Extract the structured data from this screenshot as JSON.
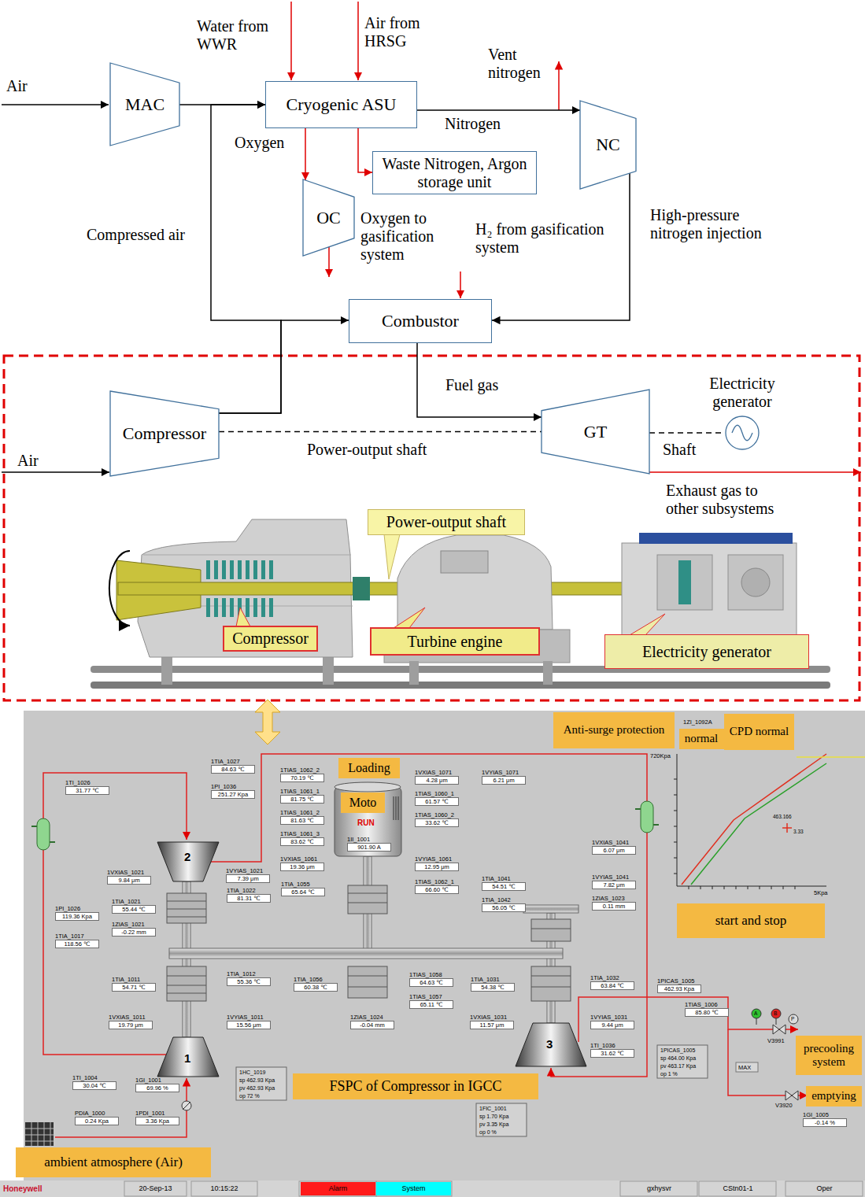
{
  "diagram": {
    "nodes": [
      {
        "text": [
          "MAC"
        ]
      },
      {
        "text": [
          "Cryogenic ASU"
        ]
      },
      {
        "text": [
          "NC"
        ]
      },
      {
        "text": [
          "Waste Nitrogen, Argon storage unit"
        ]
      },
      {
        "text": [
          "OC"
        ]
      },
      {
        "text": [
          "Combustor"
        ]
      },
      {
        "text": [
          "Compressor"
        ]
      },
      {
        "text": [
          "GT"
        ]
      },
      {
        "text": [
          "Electricity generator"
        ]
      },
      {
        "text": [
          "Power-output shaft"
        ]
      },
      {
        "text": [
          "Compressor"
        ]
      },
      {
        "text": [
          "Turbine engine"
        ]
      },
      {
        "text": [
          "Electricity generator"
        ]
      },
      {
        "text": [
          "Anti-surge protection"
        ]
      },
      {
        "text": [
          "normal"
        ]
      },
      {
        "text": [
          "CPD normal"
        ]
      },
      {
        "text": [
          "Loading"
        ]
      },
      {
        "text": [
          "Moto"
        ]
      },
      {
        "text": [
          "start and stop"
        ]
      },
      {
        "text": [
          "FSPC of Compressor in IGCC"
        ]
      },
      {
        "text": [
          "precooling system"
        ]
      },
      {
        "text": [
          "emptying"
        ]
      },
      {
        "text": [
          "ambient atmosphere (Air)"
        ]
      }
    ],
    "edges": [
      {
        "from": 0,
        "to": 1,
        "arrow": "to"
      },
      {
        "from": 6,
        "to": 1,
        "label": "Compressed air",
        "arrow": "to"
      },
      {
        "from": 6,
        "to": 5,
        "arrow": "to"
      },
      {
        "from": 1,
        "to": 2,
        "label": "Nitrogen",
        "arrow": "to"
      },
      {
        "from": 1,
        "to": 4,
        "label": "Oxygen",
        "arrow": "to"
      },
      {
        "from": 1,
        "to": 3,
        "arrow": "to"
      },
      {
        "from": 2,
        "to": 5,
        "label": "High-pressure nitrogen injection",
        "arrow": "to"
      },
      {
        "from": 5,
        "to": 7,
        "label": "Fuel gas",
        "arrow": "to"
      },
      {
        "from": 6,
        "to": 7,
        "label": "Power-output shaft",
        "arrow": "none"
      },
      {
        "from": 7,
        "to": 8,
        "label": "Shaft",
        "arrow": "none"
      }
    ],
    "labels": [
      "Air",
      "Water from WWR",
      "Air from HRSG",
      "Vent nitrogen",
      "Oxygen to gasification system",
      "H₂ from gasification system",
      "Air",
      "Exhaust gas to other subsystems",
      "1TI_1026",
      "31.77 ℃",
      "1TIA_1027",
      "84.63 ℃",
      "1PI_1036",
      "251.27 Kpa",
      "1TIAS_1062_2",
      "70.19 ℃",
      "1TIAS_1061_1",
      "81.75 ℃",
      "1TIAS_1061_2",
      "81.63 ℃",
      "1TIAS_1061_3",
      "83.62 ℃",
      "1VXIAS_1071",
      "4.28 μm",
      "1VYIAS_1071",
      "6.21 μm",
      "1TIAS_1060_1",
      "61.57 ℃",
      "1TIAS_1060_2",
      "33.62 ℃",
      "1II_1001",
      "901.90 A",
      "1VXIAS_1061",
      "19.36 μm",
      "1VYIAS_1061",
      "12.95 μm",
      "1TIAS_1062_1",
      "66.60 ℃",
      "1VXIAS_1041",
      "6.07 μm",
      "1TIA_1041",
      "54.51 ℃",
      "1VYIAS_1041",
      "7.82 μm",
      "1TIA_1042",
      "56.05 ℃",
      "1ZIAS_1023",
      "0.11 mm",
      "1VXIAS_1021",
      "9.84 μm",
      "1VYIAS_1021",
      "7.39 μm",
      "1PI_1026",
      "119.36 Kpa",
      "1TIA_1021",
      "55.44 ℃",
      "1ZIAS_1021",
      "-0.22 mm",
      "1TIA_1017",
      "118.56 ℃",
      "1TIA_1022",
      "81.31 ℃",
      "1TIA_1055",
      "65.64 ℃",
      "1TIA_1011",
      "54.71 ℃",
      "1TIA_1012",
      "55.36 ℃",
      "1TIA_1056",
      "60.38 ℃",
      "1TIAS_1058",
      "64.63 ℃",
      "1TIA_1031",
      "54.38 ℃",
      "1TIA_1032",
      "63.84 ℃",
      "1TIAS_1057",
      "65.11 ℃",
      "1VXIAS_1011",
      "19.79 μm",
      "1VYIAS_1011",
      "15.56 μm",
      "1ZIAS_1024",
      "-0.04 mm",
      "1VXIAS_1031",
      "11.57 μm",
      "1VYIAS_1031",
      "9.44 μm",
      "1TI_1036",
      "31.62 ℃",
      "1PICAS_1005",
      "462.93 Kpa",
      "1TIAS_1006",
      "85.80 ℃",
      "1TI_1004",
      "30.04 ℃",
      "1GI_1001",
      "69.96 %",
      "PDIA_1000",
      "0.24 Kpa",
      "1PDI_1001",
      "3.36 Kpa",
      "1GI_1005",
      "-0.14 %",
      "1HC_1019",
      "sp 462.93 Kpa",
      "pv 462.93 Kpa",
      "op 72 %",
      "1PICAS_1005",
      "sp 464.00 Kpa",
      "pv 463.17 Kpa",
      "op 1 %",
      "1FIC_1001",
      "sp 1.70 Kpa",
      "pv 3.35 Kpa",
      "op 0 %",
      "1ZI_1092A",
      "720Kpa",
      "5Kpa",
      "463.166",
      "3.33",
      "RUN",
      "2",
      "1",
      "3",
      "A",
      "B",
      "P",
      "V3991",
      "MAX",
      "V3920",
      "Honeywell",
      "20-Sep-13",
      "10:15:22",
      "Alarm",
      "System",
      "gxhysvr",
      "CStn01-1",
      "Oper"
    ]
  }
}
